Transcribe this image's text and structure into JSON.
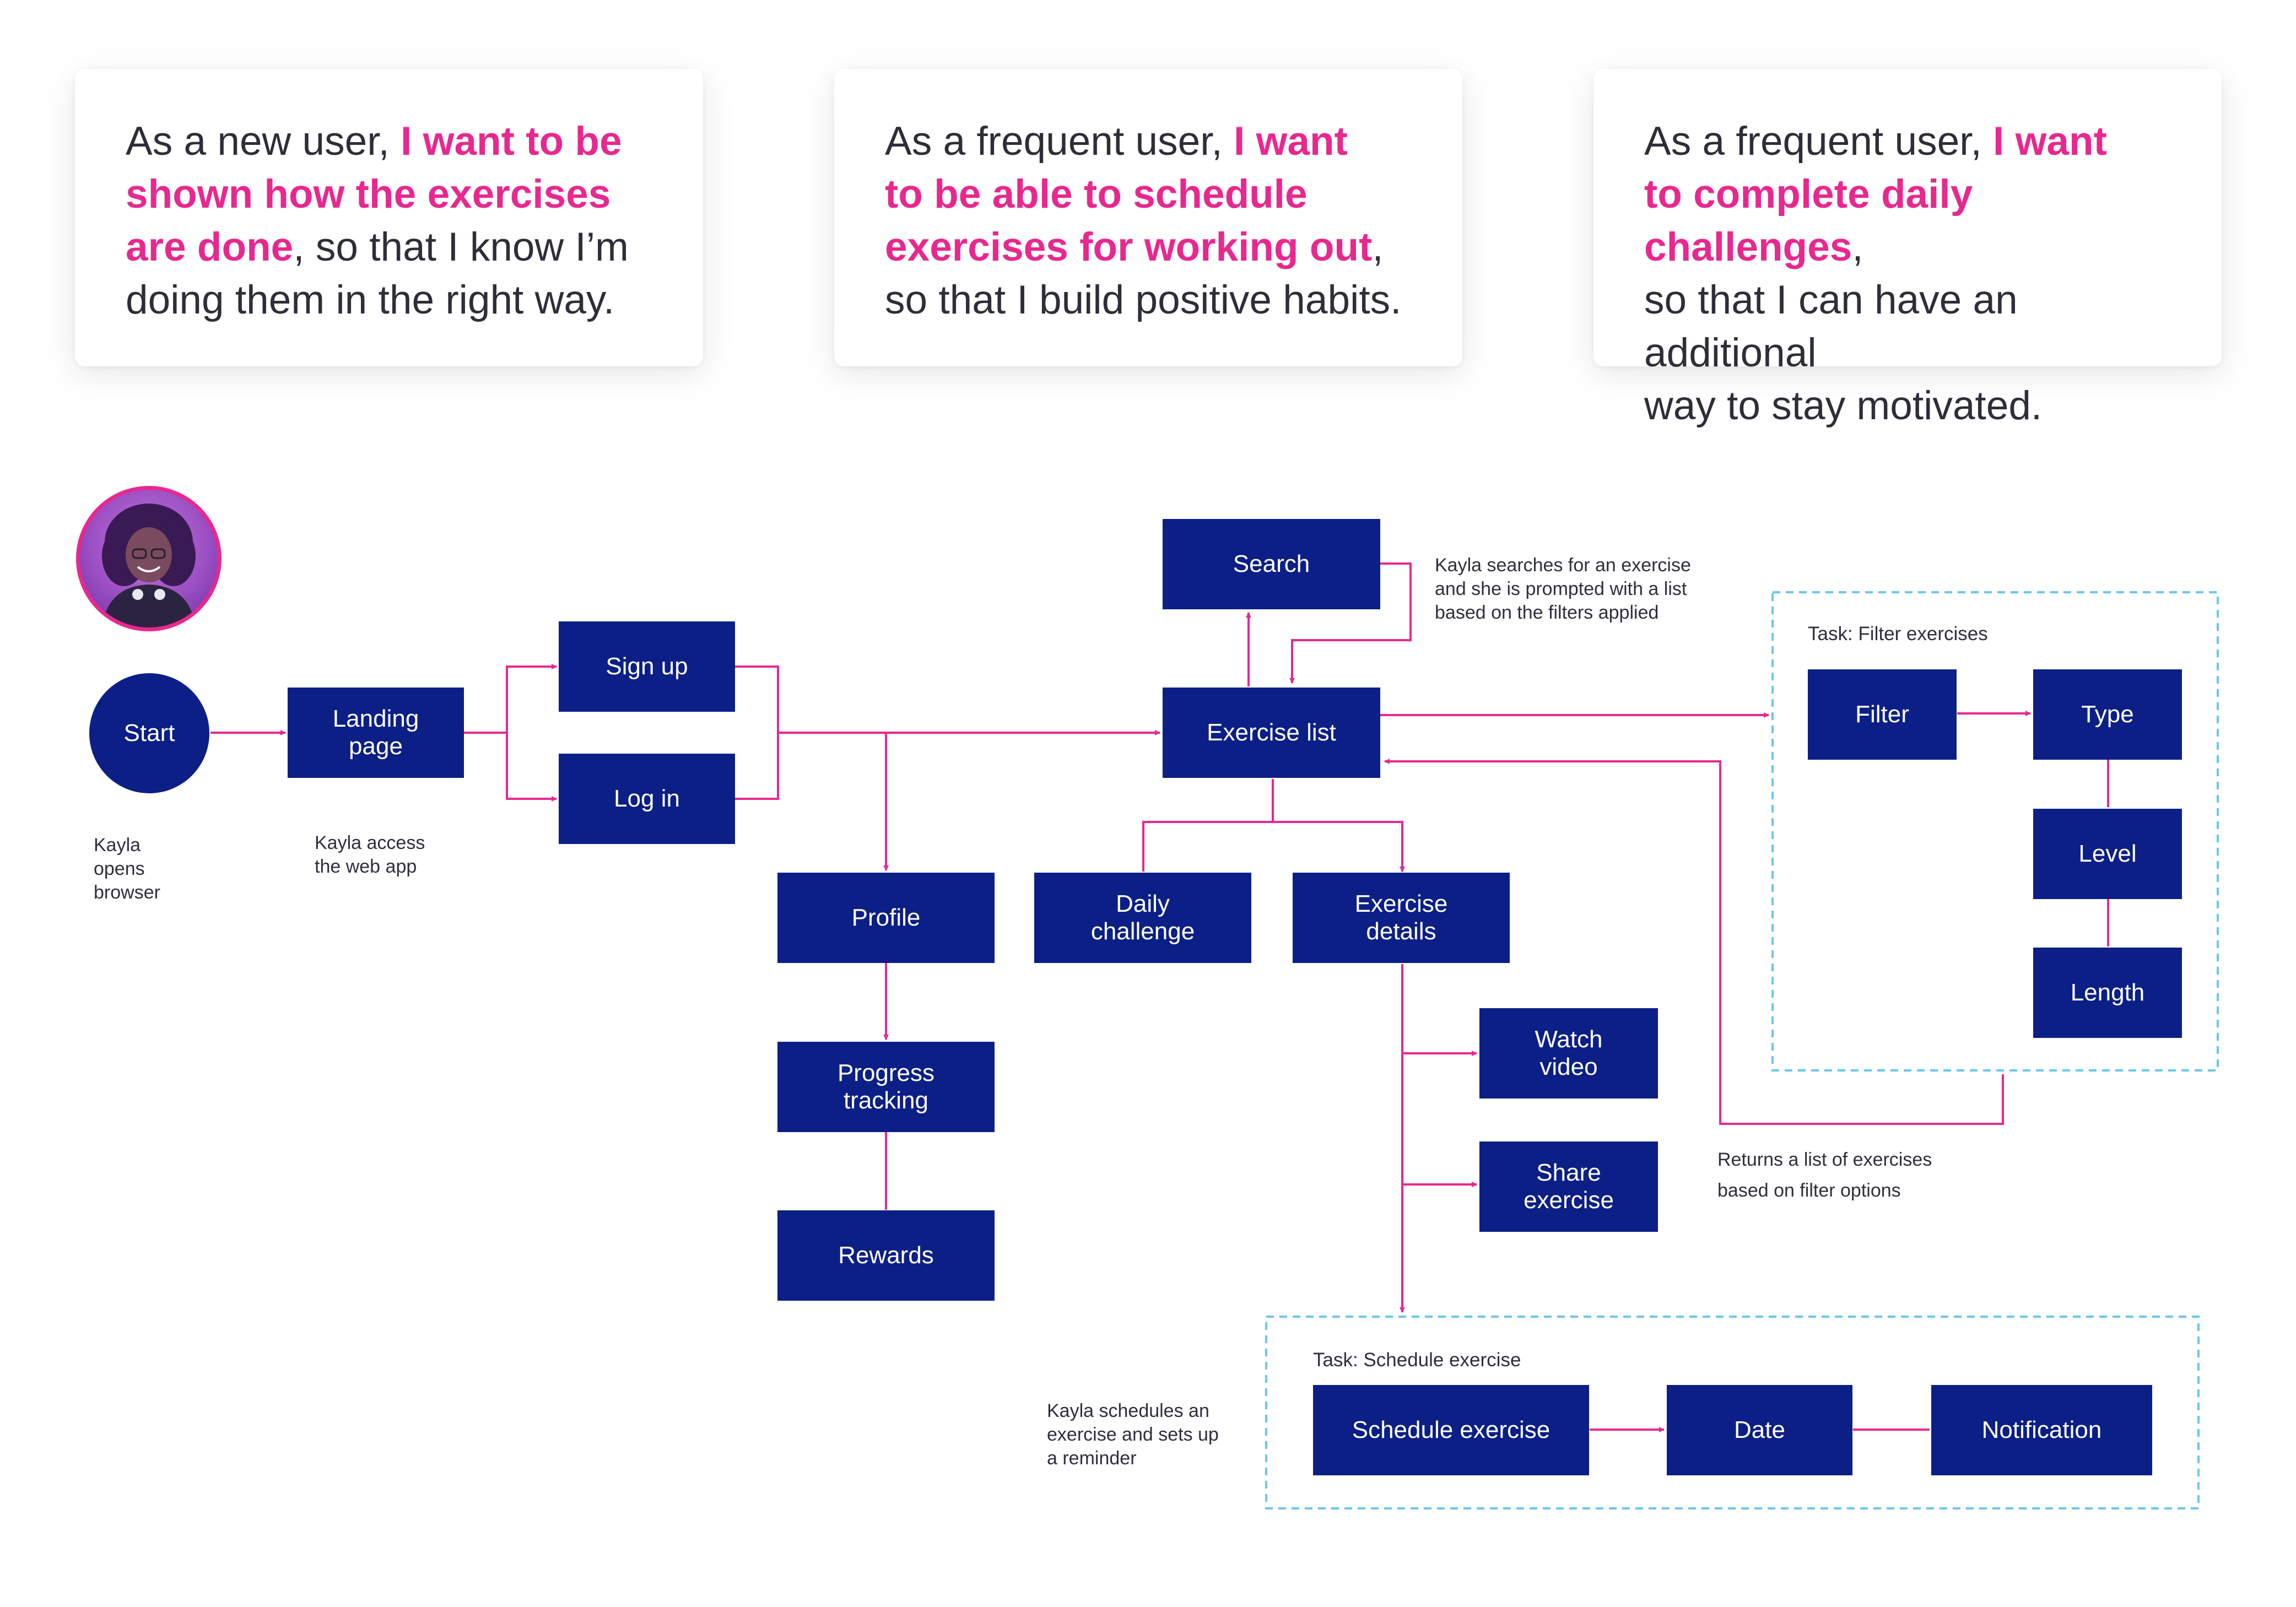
{
  "stories": [
    {
      "lines": [
        [
          {
            "t": "As a new user, ",
            "h": false
          },
          {
            "t": "I want to be",
            "h": true
          }
        ],
        [
          {
            "t": "shown how the exercises",
            "h": true
          }
        ],
        [
          {
            "t": "are done",
            "h": true
          },
          {
            "t": ", so that I know I’m",
            "h": false
          }
        ],
        [
          {
            "t": "doing them in the right way.",
            "h": false
          }
        ]
      ]
    },
    {
      "lines": [
        [
          {
            "t": "As a frequent user, ",
            "h": false
          },
          {
            "t": "I want",
            "h": true
          }
        ],
        [
          {
            "t": "to be able to schedule",
            "h": true
          }
        ],
        [
          {
            "t": "exercises for working out",
            "h": true
          },
          {
            "t": ",",
            "h": false
          }
        ],
        [
          {
            "t": "so that I build positive habits.",
            "h": false
          }
        ]
      ]
    },
    {
      "lines": [
        [
          {
            "t": "As a frequent user, ",
            "h": false
          },
          {
            "t": "I want",
            "h": true
          }
        ],
        [
          {
            "t": "to complete daily challenges",
            "h": true
          },
          {
            "t": ",",
            "h": false
          }
        ],
        [
          {
            "t": "so that I can have an additional",
            "h": false
          }
        ],
        [
          {
            "t": "way to stay motivated.",
            "h": false
          }
        ]
      ]
    }
  ],
  "nodes": {
    "start": "Start",
    "landing": "Landing\npage",
    "signup": "Sign up",
    "login": "Log in",
    "search": "Search",
    "exercise_list": "Exercise list",
    "profile": "Profile",
    "progress": "Progress\ntracking",
    "rewards": "Rewards",
    "daily": "Daily\nchallenge",
    "details": "Exercise\ndetails",
    "watch": "Watch\nvideo",
    "share": "Share\nexercise",
    "filter": "Filter",
    "type": "Type",
    "level": "Level",
    "length": "Length",
    "schedule": "Schedule exercise",
    "date": "Date",
    "notification": "Notification"
  },
  "notes": {
    "start": "Kayla\nopens\nbrowser",
    "landing": "Kayla access\nthe web app",
    "search": "Kayla searches for an exercise\nand she is prompted with a list\nbased on the filters applied",
    "returns": "Returns a list of exercises\nbased on filter options",
    "schedule": "Kayla schedules an\nexercise and sets up\na reminder"
  },
  "tasks": {
    "filter": "Task: Filter exercises",
    "schedule": "Task: Schedule exercise"
  },
  "colors": {
    "node": "#0c1f86",
    "connector": "#e8288f",
    "highlight": "#e8288f",
    "task_border": "#6cc6ec"
  }
}
